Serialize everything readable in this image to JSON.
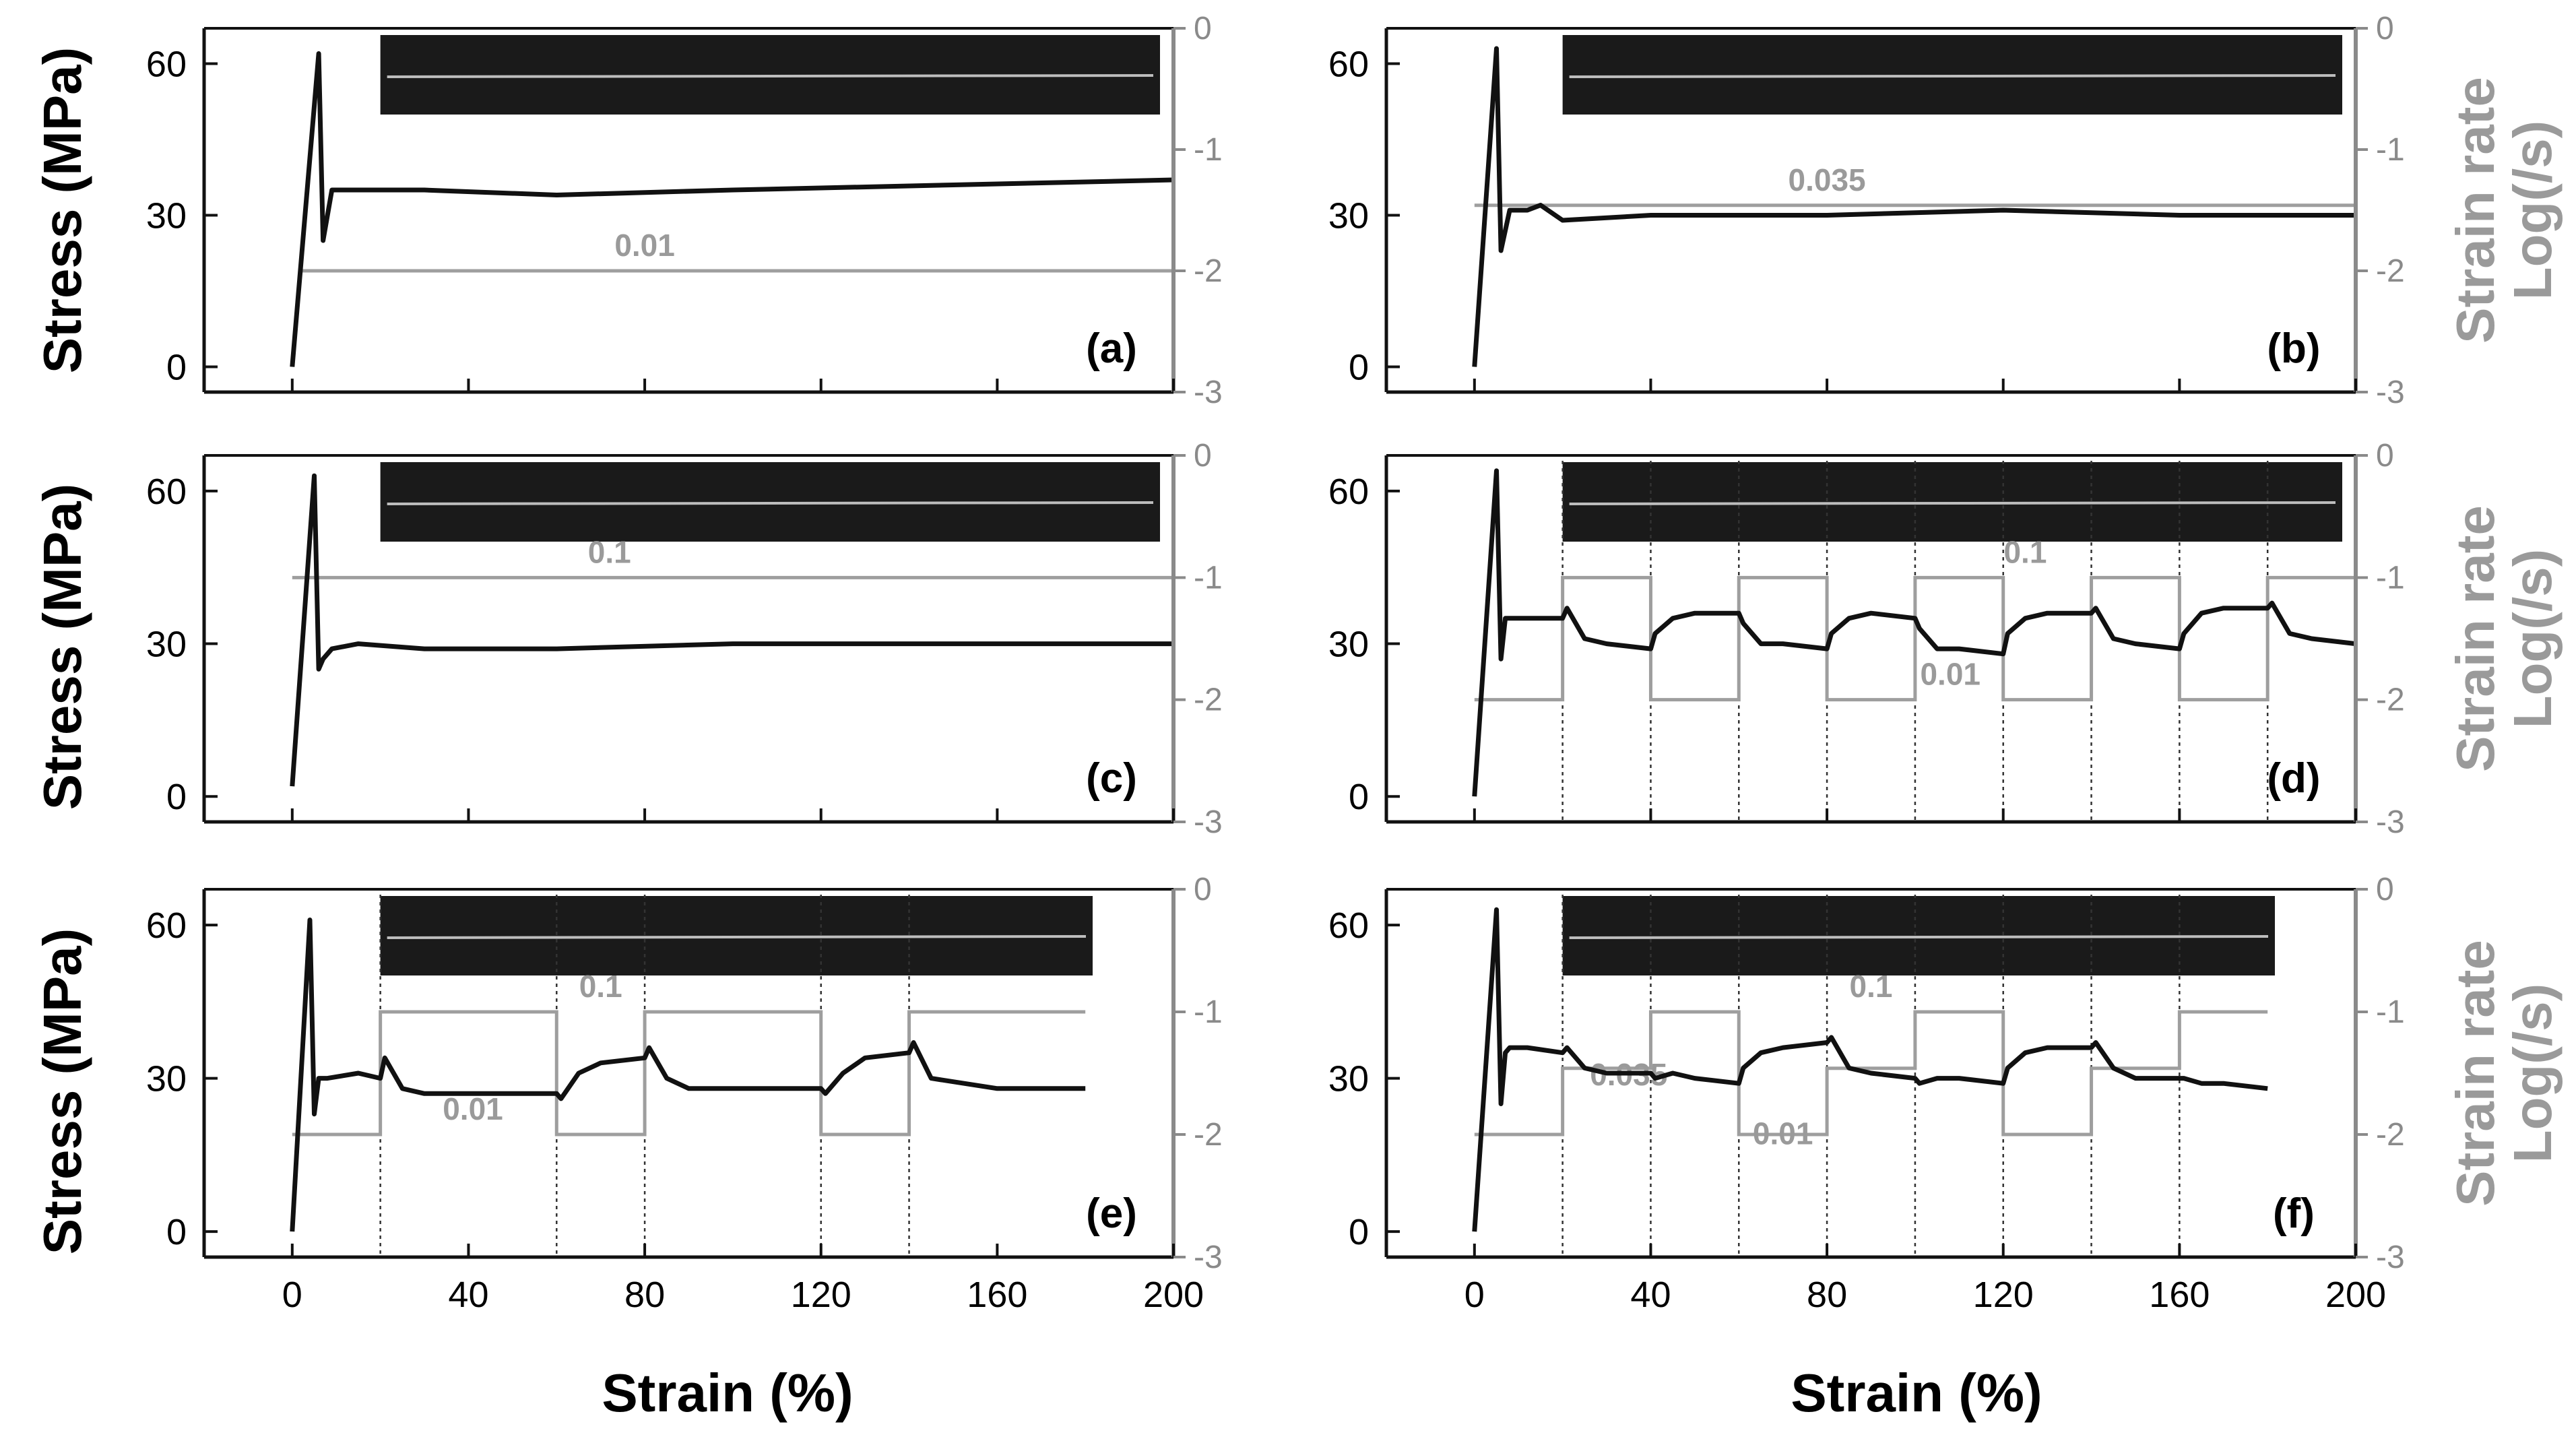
{
  "figure": {
    "x_axis_title": "Strain (%)",
    "y_axis_title_left": "Stress (MPa)",
    "y_axis_title_right": "Strain rate Log(/s)",
    "colors": {
      "stress_curve": "#111111",
      "rate_line": "#9e9e9e",
      "axes": "#111111",
      "right_axis": "#8a8a8a",
      "inset_background": "#1a1a1a"
    }
  },
  "chart_data": [
    {
      "type": "line",
      "panel_label": "(a)",
      "xlim": [
        -20,
        200
      ],
      "ylim": [
        -5,
        67
      ],
      "y2lim": [
        -3,
        0
      ],
      "xticks": [
        0,
        40,
        80,
        120,
        160,
        200
      ],
      "yticks": [
        0,
        30,
        60
      ],
      "y2ticks": [
        0,
        -1,
        -2,
        -3
      ],
      "x_tick_labels_shown": false,
      "right_title_shown": false,
      "has_inset_image": true,
      "rate_segments": [
        {
          "x0": 2,
          "x1": 200,
          "log_rate": -2
        }
      ],
      "rate_labels": [
        {
          "text": "0.01",
          "x": 80,
          "log_rate": -2
        }
      ],
      "stress_curve": {
        "x": [
          0,
          6,
          7,
          9,
          15,
          30,
          60,
          100,
          150,
          200
        ],
        "y": [
          0,
          62,
          25,
          35,
          35,
          35,
          34,
          35,
          36,
          37
        ]
      }
    },
    {
      "type": "line",
      "panel_label": "(b)",
      "xlim": [
        -20,
        200
      ],
      "ylim": [
        -5,
        67
      ],
      "y2lim": [
        -3,
        0
      ],
      "xticks": [
        0,
        40,
        80,
        120,
        160,
        200
      ],
      "yticks": [
        0,
        30,
        60
      ],
      "y2ticks": [
        0,
        -1,
        -2,
        -3
      ],
      "x_tick_labels_shown": false,
      "right_title_shown": true,
      "has_inset_image": true,
      "rate_segments": [
        {
          "x0": 0,
          "x1": 200,
          "log_rate": -1.46
        }
      ],
      "rate_labels": [
        {
          "text": "0.035",
          "x": 80,
          "log_rate": -1.46
        }
      ],
      "stress_curve": {
        "x": [
          0,
          5,
          6,
          8,
          12,
          15,
          20,
          40,
          80,
          120,
          160,
          200
        ],
        "y": [
          0,
          63,
          23,
          31,
          31,
          32,
          29,
          30,
          30,
          31,
          30,
          30
        ]
      }
    },
    {
      "type": "line",
      "panel_label": "(c)",
      "xlim": [
        -20,
        200
      ],
      "ylim": [
        -5,
        67
      ],
      "y2lim": [
        -3,
        0
      ],
      "xticks": [
        0,
        40,
        80,
        120,
        160,
        200
      ],
      "yticks": [
        0,
        30,
        60
      ],
      "y2ticks": [
        0,
        -1,
        -2,
        -3
      ],
      "x_tick_labels_shown": false,
      "right_title_shown": false,
      "has_inset_image": true,
      "rate_segments": [
        {
          "x0": 0,
          "x1": 200,
          "log_rate": -1
        }
      ],
      "rate_labels": [
        {
          "text": "0.1",
          "x": 72,
          "log_rate": -1
        }
      ],
      "stress_curve": {
        "x": [
          0,
          5,
          6,
          7,
          9,
          15,
          30,
          60,
          100,
          140,
          180,
          200
        ],
        "y": [
          2,
          63,
          25,
          27,
          29,
          30,
          29,
          29,
          30,
          30,
          30,
          30
        ]
      }
    },
    {
      "type": "line",
      "panel_label": "(d)",
      "xlim": [
        -20,
        200
      ],
      "ylim": [
        -5,
        67
      ],
      "y2lim": [
        -3,
        0
      ],
      "xticks": [
        0,
        40,
        80,
        120,
        160,
        200
      ],
      "yticks": [
        0,
        30,
        60
      ],
      "y2ticks": [
        0,
        -1,
        -2,
        -3
      ],
      "x_tick_labels_shown": false,
      "right_title_shown": true,
      "has_inset_image": true,
      "step_boundaries": [
        20,
        40,
        60,
        80,
        100,
        120,
        140,
        160,
        180
      ],
      "rate_segments": [
        {
          "x0": 0,
          "x1": 20,
          "log_rate": -2
        },
        {
          "x0": 20,
          "x1": 40,
          "log_rate": -1
        },
        {
          "x0": 40,
          "x1": 60,
          "log_rate": -2
        },
        {
          "x0": 60,
          "x1": 80,
          "log_rate": -1
        },
        {
          "x0": 80,
          "x1": 100,
          "log_rate": -2
        },
        {
          "x0": 100,
          "x1": 120,
          "log_rate": -1
        },
        {
          "x0": 120,
          "x1": 140,
          "log_rate": -2
        },
        {
          "x0": 140,
          "x1": 160,
          "log_rate": -1
        },
        {
          "x0": 160,
          "x1": 180,
          "log_rate": -2
        },
        {
          "x0": 180,
          "x1": 200,
          "log_rate": -1
        }
      ],
      "rate_labels": [
        {
          "text": "0.1",
          "x": 125,
          "log_rate": -1
        },
        {
          "text": "0.01",
          "x": 108,
          "log_rate": -2
        }
      ],
      "stress_curve": {
        "x": [
          0,
          5,
          6,
          7,
          8,
          12,
          20,
          21,
          25,
          30,
          40,
          41,
          45,
          50,
          60,
          61,
          65,
          70,
          80,
          81,
          85,
          90,
          100,
          101,
          105,
          110,
          120,
          121,
          125,
          130,
          140,
          141,
          145,
          150,
          160,
          161,
          165,
          170,
          180,
          181,
          185,
          190,
          200
        ],
        "y": [
          0,
          64,
          27,
          35,
          35,
          35,
          35,
          37,
          31,
          30,
          29,
          32,
          35,
          36,
          36,
          34,
          30,
          30,
          29,
          32,
          35,
          36,
          35,
          33,
          29,
          29,
          28,
          32,
          35,
          36,
          36,
          37,
          31,
          30,
          29,
          32,
          36,
          37,
          37,
          38,
          32,
          31,
          30
        ]
      }
    },
    {
      "type": "line",
      "panel_label": "(e)",
      "xlim": [
        -20,
        200
      ],
      "ylim": [
        -5,
        67
      ],
      "y2lim": [
        -3,
        0
      ],
      "xticks": [
        0,
        40,
        80,
        120,
        160,
        200
      ],
      "yticks": [
        0,
        30,
        60
      ],
      "y2ticks": [
        0,
        -1,
        -2,
        -3
      ],
      "x_tick_labels_shown": true,
      "right_title_shown": false,
      "has_inset_image": true,
      "step_boundaries": [
        20,
        60,
        80,
        120,
        140
      ],
      "rate_segments": [
        {
          "x0": 0,
          "x1": 20,
          "log_rate": -2
        },
        {
          "x0": 20,
          "x1": 60,
          "log_rate": -1
        },
        {
          "x0": 60,
          "x1": 80,
          "log_rate": -2
        },
        {
          "x0": 80,
          "x1": 120,
          "log_rate": -1
        },
        {
          "x0": 120,
          "x1": 140,
          "log_rate": -2
        },
        {
          "x0": 140,
          "x1": 180,
          "log_rate": -1
        }
      ],
      "rate_labels": [
        {
          "text": "0.1",
          "x": 70,
          "log_rate": -1
        },
        {
          "text": "0.01",
          "x": 41,
          "log_rate": -2
        }
      ],
      "stress_curve": {
        "x": [
          0,
          4,
          5,
          6,
          8,
          15,
          20,
          21,
          25,
          30,
          45,
          60,
          61,
          65,
          70,
          80,
          81,
          85,
          90,
          105,
          120,
          121,
          125,
          130,
          140,
          141,
          145,
          160,
          180
        ],
        "y": [
          0,
          61,
          23,
          30,
          30,
          31,
          30,
          34,
          28,
          27,
          27,
          27,
          26,
          31,
          33,
          34,
          36,
          30,
          28,
          28,
          28,
          27,
          31,
          34,
          35,
          37,
          30,
          28,
          28
        ]
      }
    },
    {
      "type": "line",
      "panel_label": "(f)",
      "xlim": [
        -20,
        200
      ],
      "ylim": [
        -5,
        67
      ],
      "y2lim": [
        -3,
        0
      ],
      "xticks": [
        0,
        40,
        80,
        120,
        160,
        200
      ],
      "yticks": [
        0,
        30,
        60
      ],
      "y2ticks": [
        0,
        -1,
        -2,
        -3
      ],
      "x_tick_labels_shown": true,
      "right_title_shown": true,
      "has_inset_image": true,
      "step_boundaries": [
        20,
        40,
        60,
        80,
        100,
        120,
        140,
        160
      ],
      "rate_segments": [
        {
          "x0": 0,
          "x1": 20,
          "log_rate": -2
        },
        {
          "x0": 20,
          "x1": 40,
          "log_rate": -1.46
        },
        {
          "x0": 40,
          "x1": 60,
          "log_rate": -1
        },
        {
          "x0": 60,
          "x1": 80,
          "log_rate": -2
        },
        {
          "x0": 80,
          "x1": 100,
          "log_rate": -1.46
        },
        {
          "x0": 100,
          "x1": 120,
          "log_rate": -1
        },
        {
          "x0": 120,
          "x1": 140,
          "log_rate": -2
        },
        {
          "x0": 140,
          "x1": 160,
          "log_rate": -1.46
        },
        {
          "x0": 160,
          "x1": 180,
          "log_rate": -1
        }
      ],
      "rate_labels": [
        {
          "text": "0.035",
          "x": 35,
          "log_rate": -1.72
        },
        {
          "text": "0.1",
          "x": 90,
          "log_rate": -1
        },
        {
          "text": "0.01",
          "x": 70,
          "log_rate": -2.2
        }
      ],
      "stress_curve": {
        "x": [
          0,
          5,
          6,
          7,
          8,
          12,
          20,
          21,
          25,
          30,
          40,
          41,
          45,
          50,
          60,
          61,
          65,
          70,
          80,
          81,
          85,
          90,
          100,
          101,
          105,
          110,
          120,
          121,
          125,
          130,
          140,
          141,
          145,
          150,
          160,
          161,
          165,
          170,
          180
        ],
        "y": [
          0,
          63,
          25,
          35,
          36,
          36,
          35,
          36,
          32,
          31,
          31,
          30,
          31,
          30,
          29,
          32,
          35,
          36,
          37,
          38,
          32,
          31,
          30,
          29,
          30,
          30,
          29,
          32,
          35,
          36,
          36,
          37,
          32,
          30,
          30,
          30,
          29,
          29,
          28
        ]
      }
    }
  ]
}
